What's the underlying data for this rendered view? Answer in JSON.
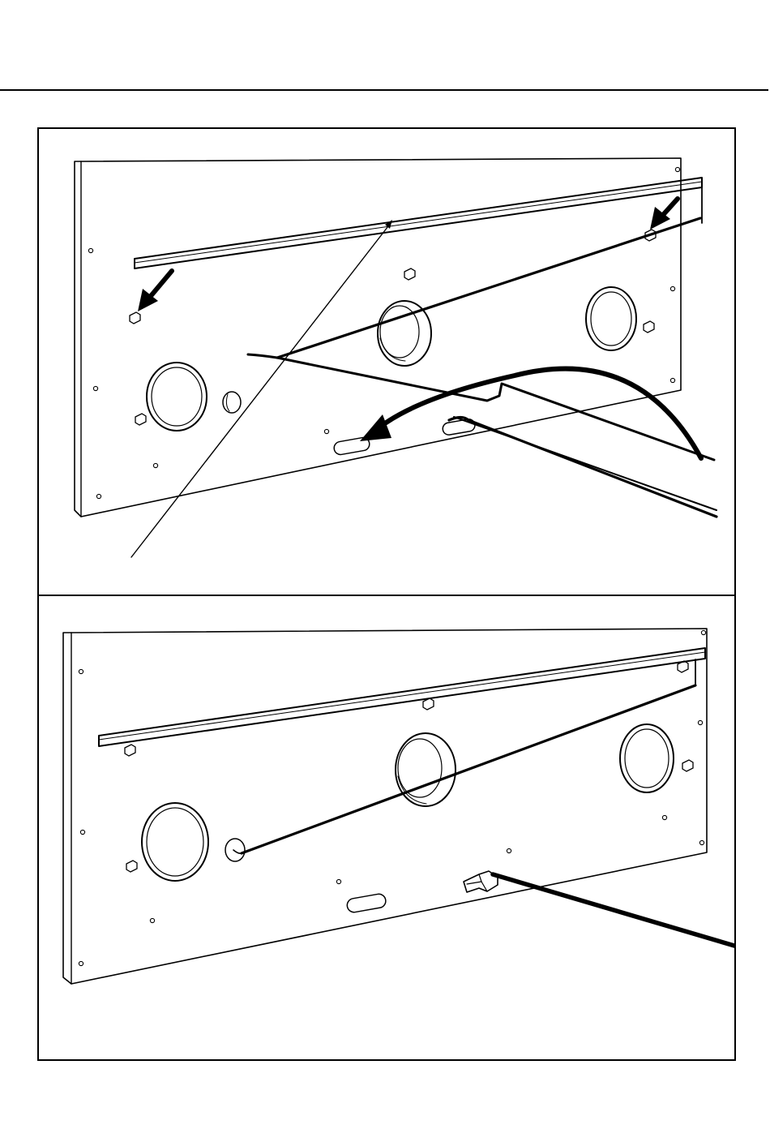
{
  "document": {
    "figure_count": 2
  },
  "colors": {
    "ink": "#000000",
    "paper": "#ffffff"
  },
  "figures": [
    {
      "id": "step-1",
      "depicts": [
        "mounting-panel",
        "hanging-rail",
        "mounting-studs",
        "round-openings",
        "cable",
        "mounting-arrows",
        "routing-arrow",
        "leader-line"
      ]
    },
    {
      "id": "step-2",
      "depicts": [
        "mounting-panel",
        "hanging-rail",
        "mounting-studs",
        "round-openings",
        "cable",
        "connector"
      ]
    }
  ]
}
